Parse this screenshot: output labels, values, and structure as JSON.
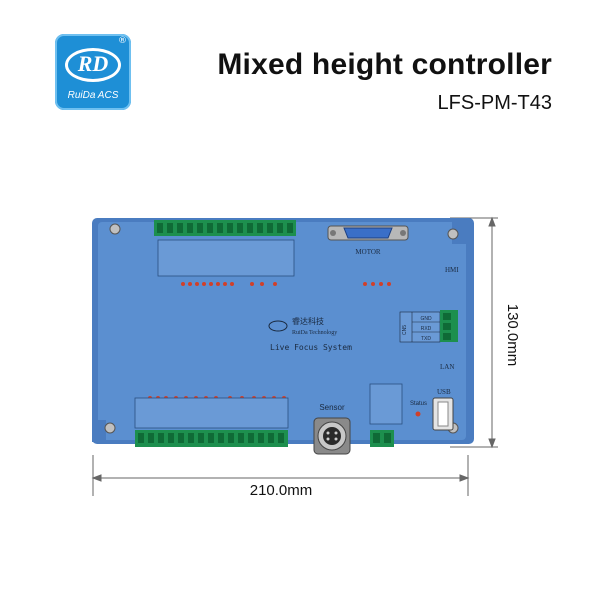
{
  "header": {
    "logo_mark": "RD",
    "logo_brand": "RuiDa ACS",
    "logo_registered": "®",
    "title": "Mixed height controller",
    "model": "LFS-PM-T43"
  },
  "board": {
    "brand_cn": "睿达科技",
    "brand_en": "RuiDa Technology",
    "product_name": "Live Focus System",
    "label_motor": "MOTOR",
    "label_hmi": "HMI",
    "label_lan": "LAN",
    "label_usb": "USB",
    "label_sensor": "Sensor",
    "label_status": "Status",
    "hmi_pins": [
      "GND",
      "RXD",
      "TXD"
    ],
    "hmi_conn": "CN5"
  },
  "dimensions": {
    "width": "210.0mm",
    "height": "130.0mm"
  },
  "colors": {
    "board": "#5b8fd0",
    "terminal": "#1d8f4e",
    "logo": "#1e8fd6"
  }
}
